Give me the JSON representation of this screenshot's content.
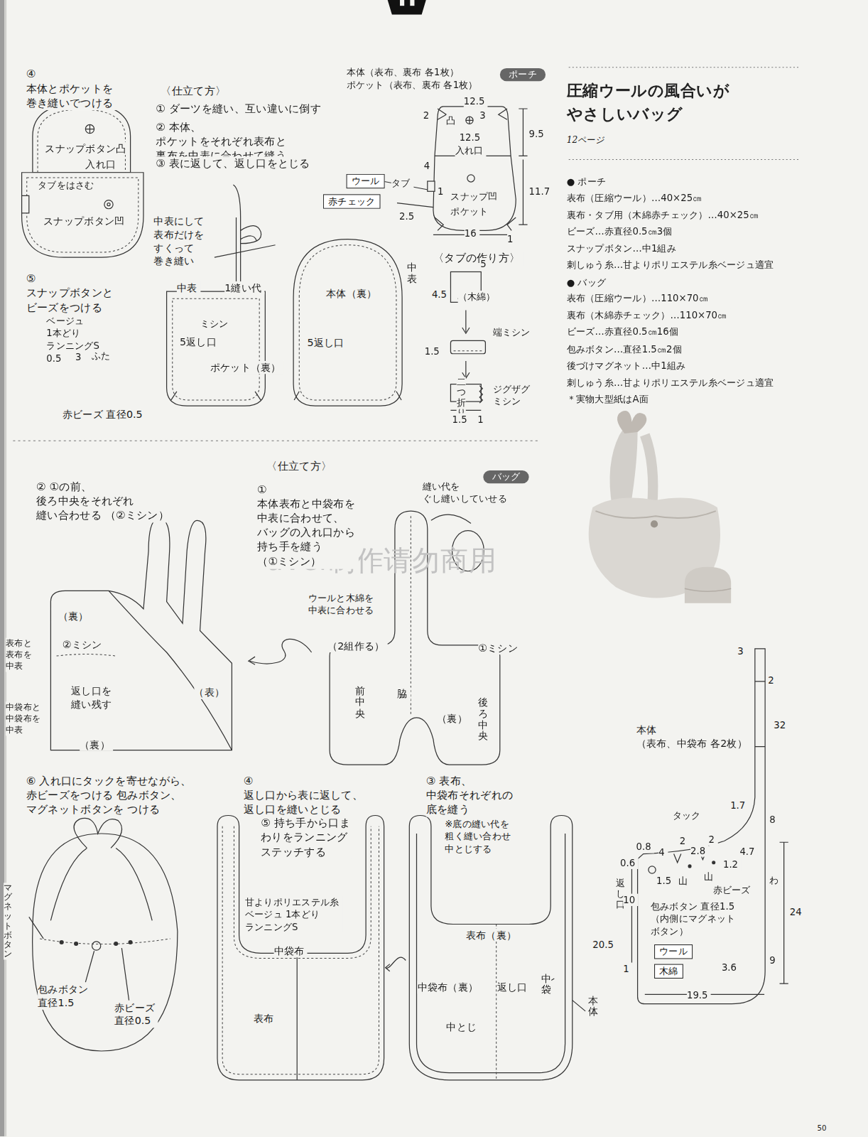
{
  "diagram": {
    "title": "圧縮ウールの風合いが やさしいバッグ",
    "nodes": [
      {
        "text": [
          "ポーチ"
        ]
      },
      {
        "text": [
          "ウール"
        ]
      },
      {
        "text": [
          "赤チェック"
        ]
      },
      {
        "text": [
          "バッグ"
        ]
      },
      {
        "text": [
          "ウール"
        ]
      },
      {
        "text": [
          "木綿"
        ]
      }
    ],
    "labels": [
      "④ 本体とポケットを 巻き縫いでつける",
      "スナップボタン凸",
      "入れ口",
      "タブをはさむ",
      "スナップボタン凹",
      "中表にして 表布だけを すくって 巻き縫い",
      "⑤ スナップボタンと ビーズをつける",
      "ベージュ 1本どり ランニングS",
      "0.5",
      "3",
      "ふた",
      "赤ビーズ 直径0.5",
      "〈仕立て方〉",
      "① ダーツを縫い、互い違いに倒す",
      "② 本体、ポケットをそれぞれ表布と 裏布を中表に合わせて縫う",
      "③ 表に返して、返し口をとじる",
      "中表",
      "1縫い代",
      "ミシン",
      "5返し口",
      "ポケット（裏）",
      "本体（裏）",
      "5返し口",
      "中表",
      "本体（表布、裏布 各1枚）",
      "ポケット（表布、裏布 各1枚）",
      "12.5",
      "2",
      "3",
      "凸",
      "12.5",
      "入れ口",
      "9.5",
      "4",
      "タブ",
      "1",
      "スナップ凹",
      "11.7",
      "2.5",
      "ポケット",
      "16",
      "1",
      "〈タブの作り方〉",
      "5",
      "4.5",
      "（木綿）",
      "端ミシン",
      "1.5",
      "二つ折り",
      "ジグザグ ミシン",
      "1.5",
      "1",
      "12ページ",
      "● ポーチ",
      "表布（圧縮ウール）…40×25㎝",
      "裏布・タブ用（木綿赤チェック）…40×25㎝",
      "ビーズ…赤直径0.5㎝3個",
      "スナップボタン…中1組み",
      "刺しゅう糸…甘よりポリエステル糸ベージュ適宜",
      "● バッグ",
      "表布（圧縮ウール）…110×70㎝",
      "裏布（木綿赤チェック）…110×70㎝",
      "ビーズ…赤直径0.5㎝16個",
      "包みボタン…直径1.5㎝2個",
      "後づけマグネット…中1組み",
      "刺しゅう糸…甘よりポリエステル糸ベージュ適宜",
      "＊実物大型紙はA面",
      "avei制作请勿商用",
      "② ①の前、後ろ中央をそれぞれ 縫い合わせる （②ミシン）",
      "（裏）",
      "②ミシン",
      "表布と 表布を 中表",
      "返し口を 縫い残す",
      "中袋布と 中袋布を 中表",
      "（裏）",
      "（表）",
      "〈仕立て方〉",
      "① 本体表布と中袋布を 中表に合わせて、 バッグの入れ口から 持ち手を縫う （①ミシン）",
      "縫い代を ぐし縫いしていせる",
      "ウールと木綿を 中表に合わせる",
      "（2組作る）",
      "①ミシン",
      "前中央",
      "脇",
      "（裏）",
      "後ろ中央",
      "⑥ 入れ口にタックを寄せながら、 赤ビーズをつける 包みボタン、マグネットボタンを つける",
      "マグネットボタン",
      "包みボタン 直径1.5",
      "赤ビーズ 直径0.5",
      "④ 返し口から表に返して、 返し口を縫いとじる",
      "⑤ 持ち手から口ま わりをランニング ステッチする",
      "甘よりポリエステル糸 ベージュ 1本どり ランニングS",
      "中袋布",
      "表布",
      "③ 表布、中袋布それぞれの 底を縫う",
      "※底の縫い代を 粗く縫い合わせ 中とじする",
      "表布（裏）",
      "中袋布（裏）",
      "返し口",
      "中袋",
      "本体",
      "中とじ",
      "3",
      "2",
      "32",
      "本体",
      "（表布、中袋布 各2枚）",
      "1.7",
      "8",
      "タック",
      "2",
      "2",
      "2.8",
      "0.8",
      "4",
      "4.7",
      "0.6",
      "1.2",
      "1.5",
      "山",
      "山",
      "赤ビーズ",
      "わ",
      "返し口",
      "10",
      "包みボタン 直径1.5 （内側にマグネット ボタン）",
      "20.5",
      "24",
      "1",
      "3.6",
      "9",
      "19.5",
      "50"
    ]
  }
}
